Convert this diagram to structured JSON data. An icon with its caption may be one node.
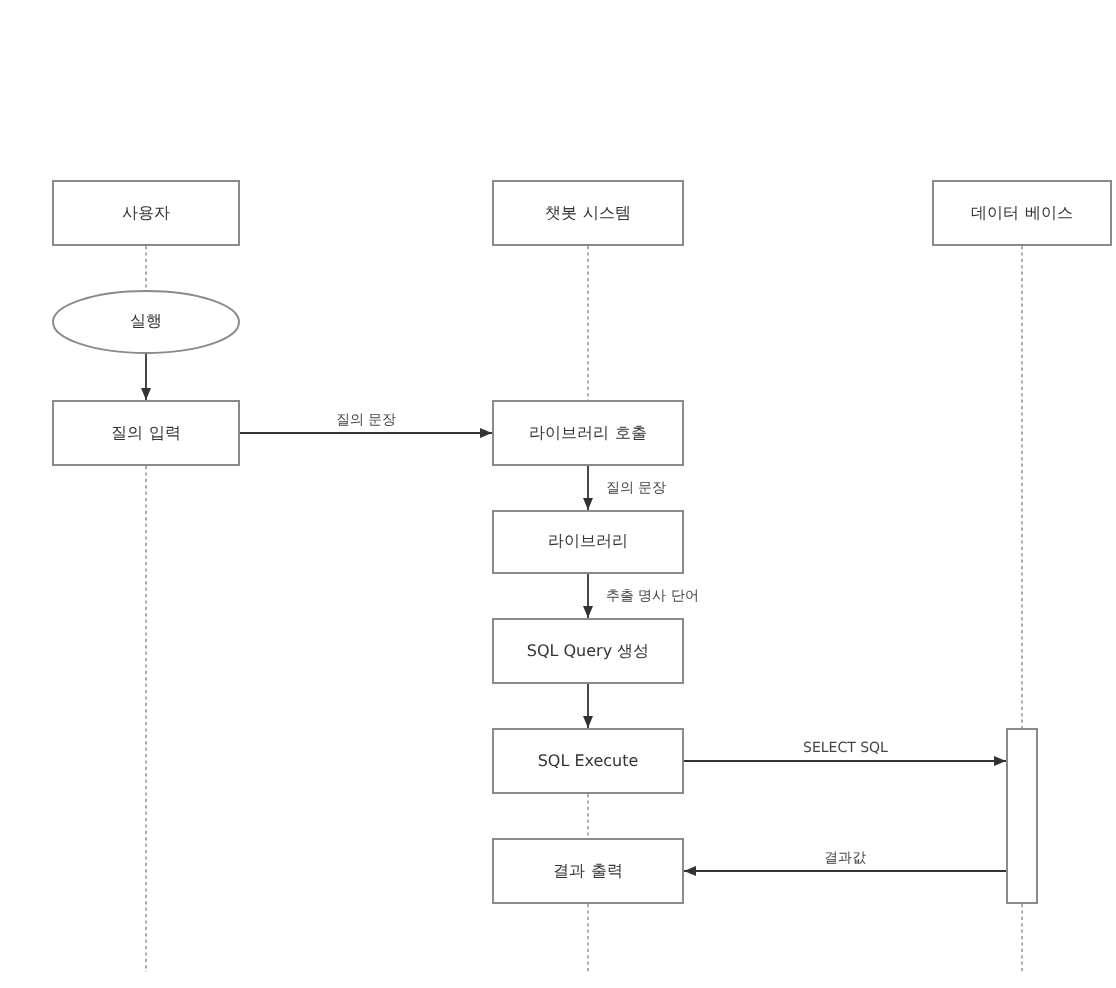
{
  "diagram": {
    "nodes": [
      {
        "text": [
          "사용자"
        ]
      },
      {
        "text": [
          "챗봇 시스템"
        ]
      },
      {
        "text": [
          "데이터 베이스"
        ]
      },
      {
        "text": [
          "실행"
        ]
      },
      {
        "text": [
          "질의 입력"
        ]
      },
      {
        "text": [
          "라이브러리 호출"
        ]
      },
      {
        "text": [
          "라이브러리"
        ]
      },
      {
        "text": [
          "SQL Query 생성"
        ]
      },
      {
        "text": [
          "SQL Execute"
        ]
      },
      {
        "text": [
          "결과 출력"
        ]
      },
      {
        "text": [],
        "shape": "bar"
      }
    ],
    "edges": [
      {
        "from": 0,
        "to": 3,
        "arrow": "none",
        "style": "dashed"
      },
      {
        "from": 3,
        "to": 4,
        "arrow": "to",
        "color": "#333333"
      },
      {
        "from": 4,
        "to": null,
        "arrow": "none",
        "style": "dashed"
      },
      {
        "from": 1,
        "to": 5,
        "arrow": "none",
        "style": "dashed"
      },
      {
        "from": 4,
        "to": 5,
        "arrow": "to",
        "label": "질의 문장",
        "color": "#333333"
      },
      {
        "from": 5,
        "to": 6,
        "arrow": "to",
        "label": "질의 문장",
        "color": "#333333"
      },
      {
        "from": 6,
        "to": 7,
        "arrow": "to",
        "label": "추출 명사 단어",
        "color": "#333333"
      },
      {
        "from": 7,
        "to": 8,
        "arrow": "to",
        "color": "#333333"
      },
      {
        "from": 8,
        "to": 10,
        "arrow": "to",
        "label": "SELECT SQL",
        "color": "#333333"
      },
      {
        "from": 8,
        "to": 9,
        "arrow": "none",
        "style": "dashed"
      },
      {
        "from": 10,
        "to": 9,
        "arrow": "to",
        "label": "결과값",
        "color": "#333333"
      },
      {
        "from": 9,
        "to": null,
        "arrow": "none",
        "style": "dashed"
      },
      {
        "from": 2,
        "to": 10,
        "arrow": "none",
        "style": "dashed"
      },
      {
        "from": 10,
        "to": null,
        "arrow": "none",
        "style": "dashed"
      }
    ]
  }
}
